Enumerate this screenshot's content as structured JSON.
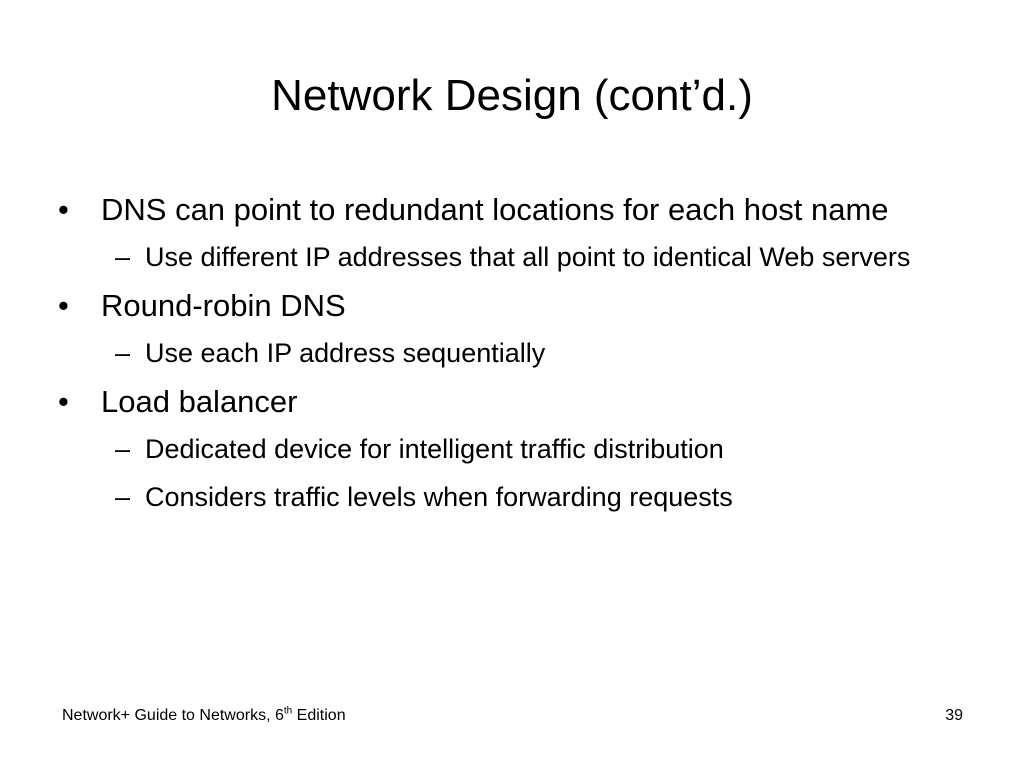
{
  "slide": {
    "title": "Network Design (cont’d.)",
    "bullet_marker": "•",
    "sub_marker": "–",
    "items": [
      {
        "text": "DNS can point to redundant locations for each host name",
        "subs": [
          "Use different IP addresses that all point to identical Web servers"
        ]
      },
      {
        "text": "Round-robin DNS",
        "subs": [
          "Use each IP address sequentially"
        ]
      },
      {
        "text": "Load balancer",
        "subs": [
          "Dedicated device for intelligent traffic distribution",
          "Considers traffic levels when forwarding requests"
        ]
      }
    ]
  },
  "footer": {
    "book_prefix": "Network+ Guide to Networks, 6",
    "book_sup": "th",
    "book_suffix": " Edition",
    "page_number": "39"
  }
}
